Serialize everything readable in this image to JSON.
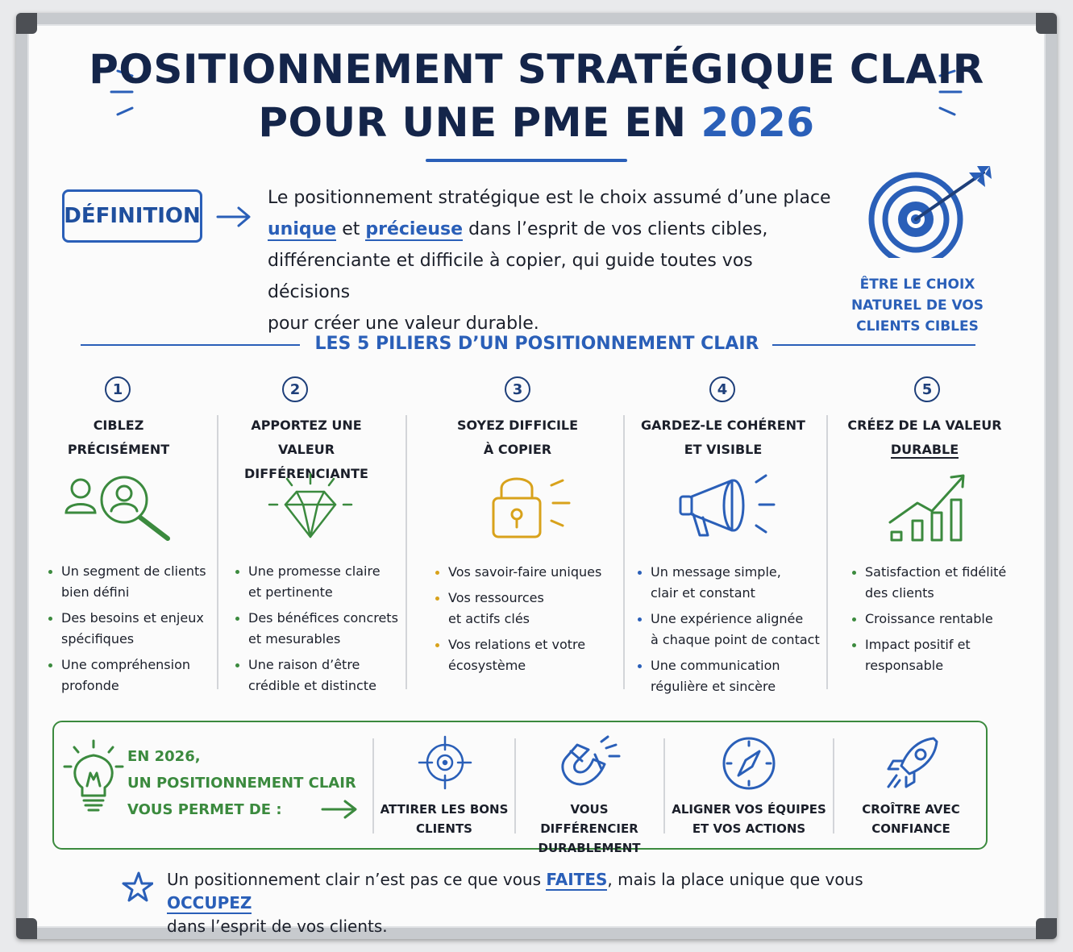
{
  "title": {
    "line1": "POSITIONNEMENT STRATÉGIQUE CLAIR",
    "line2_prefix": "POUR UNE PME EN",
    "line2_year": "2026"
  },
  "definition": {
    "label": "DÉFINITION",
    "text_1": "Le positionnement stratégique est le choix assumé d’une place",
    "word_unique": "unique",
    "text_2": "et",
    "word_precieuse": "précieuse",
    "text_3": "dans l’esprit de vos clients cibles,",
    "text_4": "différenciante et difficile à copier, qui guide toutes vos décisions",
    "text_5": "pour créer une valeur durable."
  },
  "target_caption": {
    "line1": "ÊTRE LE CHOIX",
    "line2": "NATUREL DE VOS",
    "line3": "CLIENTS CIBLES"
  },
  "pillars_title": "LES 5 PILIERS D’UN POSITIONNEMENT CLAIR",
  "pillars": [
    {
      "num": "1",
      "head1": "CIBLEZ",
      "head2": "PRÉCISÉMENT",
      "icon": "target-audience-icon",
      "bullets": [
        {
          "l1": "Un segment de clients",
          "l2": "bien défini"
        },
        {
          "l1": "Des besoins et enjeux",
          "l2": "spécifiques"
        },
        {
          "l1": "Une compréhension",
          "l2": "profonde"
        }
      ]
    },
    {
      "num": "2",
      "head1": "APPORTEZ UNE VALEUR",
      "head2": "DIFFÉRENCIANTE",
      "icon": "diamond-icon",
      "bullets": [
        {
          "l1": "Une promesse claire",
          "l2": "et pertinente"
        },
        {
          "l1": "Des bénéfices concrets",
          "l2": "et mesurables"
        },
        {
          "l1": "Une raison d’être",
          "l2": "crédible et distincte"
        }
      ]
    },
    {
      "num": "3",
      "head1": "SOYEZ DIFFICILE",
      "head2": "À COPIER",
      "icon": "padlock-icon",
      "bullets": [
        {
          "l1": "Vos savoir-faire uniques",
          "l2": ""
        },
        {
          "l1": "Vos ressources",
          "l2": "et actifs clés"
        },
        {
          "l1": "Vos relations et votre",
          "l2": "écosystème"
        }
      ]
    },
    {
      "num": "4",
      "head1": "GARDEZ-LE COHÉRENT",
      "head2": "ET VISIBLE",
      "icon": "megaphone-icon",
      "bullets": [
        {
          "l1": "Un message simple,",
          "l2": "clair et constant"
        },
        {
          "l1": "Une expérience alignée",
          "l2": "à chaque point de contact"
        },
        {
          "l1": "Une communication",
          "l2": "régulière et sincère"
        }
      ]
    },
    {
      "num": "5",
      "head1": "CRÉEZ DE LA VALEUR",
      "head2": "DURABLE",
      "icon": "growth-chart-icon",
      "bullets": [
        {
          "l1": "Satisfaction et fidélité",
          "l2": "des clients"
        },
        {
          "l1": "Croissance rentable",
          "l2": ""
        },
        {
          "l1": "Impact positif et",
          "l2": "responsable"
        }
      ]
    }
  ],
  "bottom": {
    "intro1": "EN 2026,",
    "intro2": "UN POSITIONNEMENT CLAIR",
    "intro3": "VOUS PERMET DE :",
    "benefits": [
      {
        "l1": "ATTIRER LES BONS",
        "l2": "CLIENTS",
        "icon": "crosshair-icon"
      },
      {
        "l1": "VOUS DIFFÉRENCIER",
        "l2": "DURABLEMENT",
        "icon": "magnet-icon"
      },
      {
        "l1": "ALIGNER VOS ÉQUIPES",
        "l2": "ET VOS ACTIONS",
        "icon": "compass-icon"
      },
      {
        "l1": "CROÎTRE AVEC",
        "l2": "CONFIANCE",
        "icon": "rocket-icon"
      }
    ]
  },
  "quote": {
    "t1": "Un positionnement clair n’est pas ce que vous",
    "w1": "FAITES",
    "t2": ", mais la place unique que vous",
    "w2": "OCCUPEZ",
    "t3": "dans l’esprit de vos clients."
  },
  "colors": {
    "navy": "#14254a",
    "blue": "#2a5fb8",
    "green": "#3b8a3e",
    "yellow": "#d8a21b"
  }
}
